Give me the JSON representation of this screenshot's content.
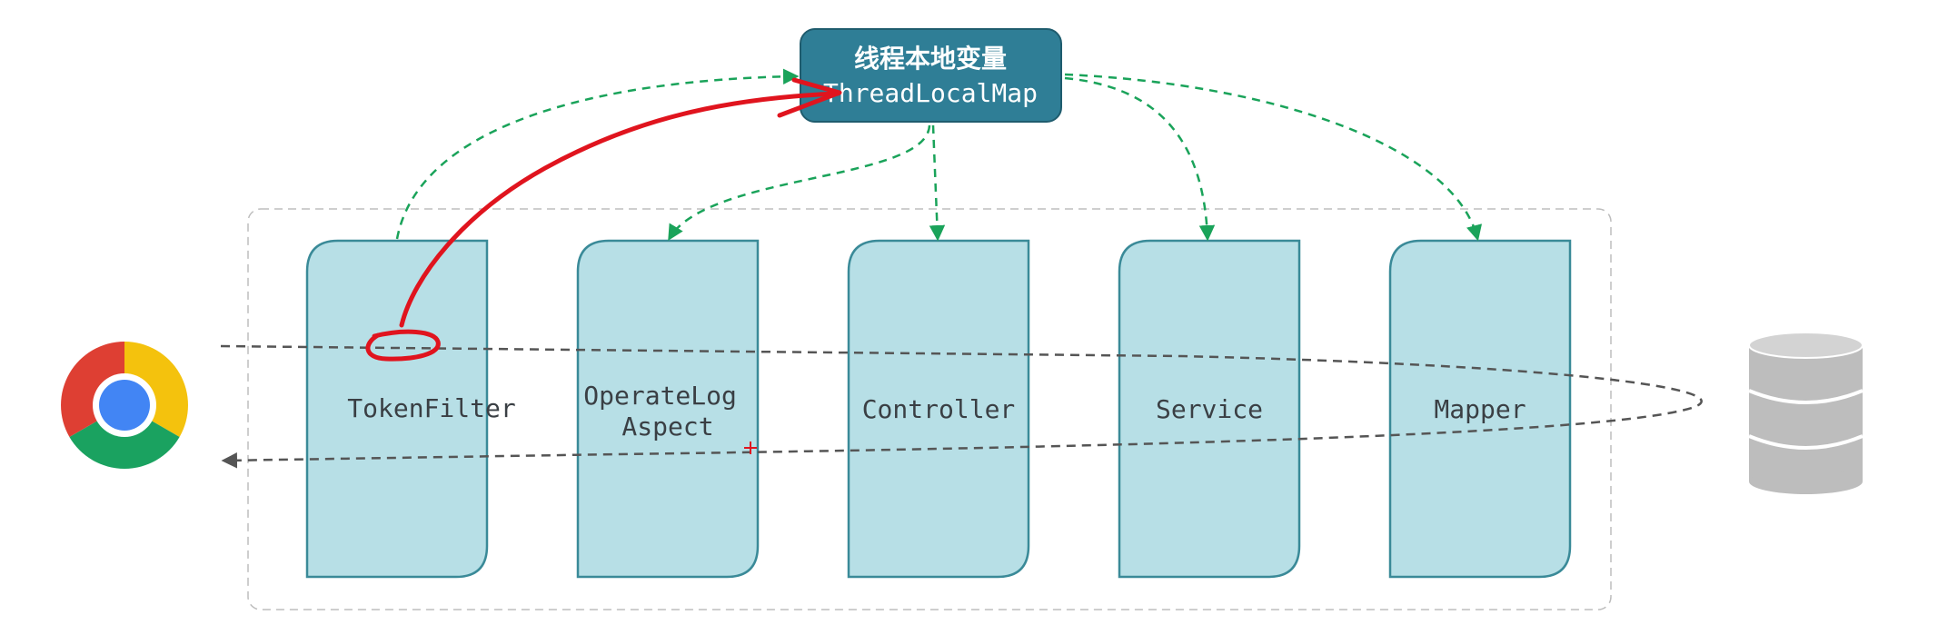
{
  "thread_local": {
    "title": "线程本地变量",
    "subtitle": "ThreadLocalMap"
  },
  "layers": [
    {
      "label_lines": [
        "TokenFilter"
      ]
    },
    {
      "label_lines": [
        "OperateLog",
        "Aspect"
      ]
    },
    {
      "label_lines": [
        "Controller"
      ]
    },
    {
      "label_lines": [
        "Service"
      ]
    },
    {
      "label_lines": [
        "Mapper"
      ]
    }
  ],
  "icons": {
    "browser": "chrome-browser-icon",
    "database": "database-icon"
  },
  "colors": {
    "layer_fill": "#b7dfe6",
    "layer_stroke": "#3a8a98",
    "threadlocal_fill": "#2f7e96",
    "threadlocal_stroke": "#1f5c6e",
    "green_arrow": "#1aa35a",
    "request_line": "#555555",
    "annotation_red": "#e0141e",
    "group_border": "#bdbdbd",
    "database_fill": "#bdbdbd"
  }
}
